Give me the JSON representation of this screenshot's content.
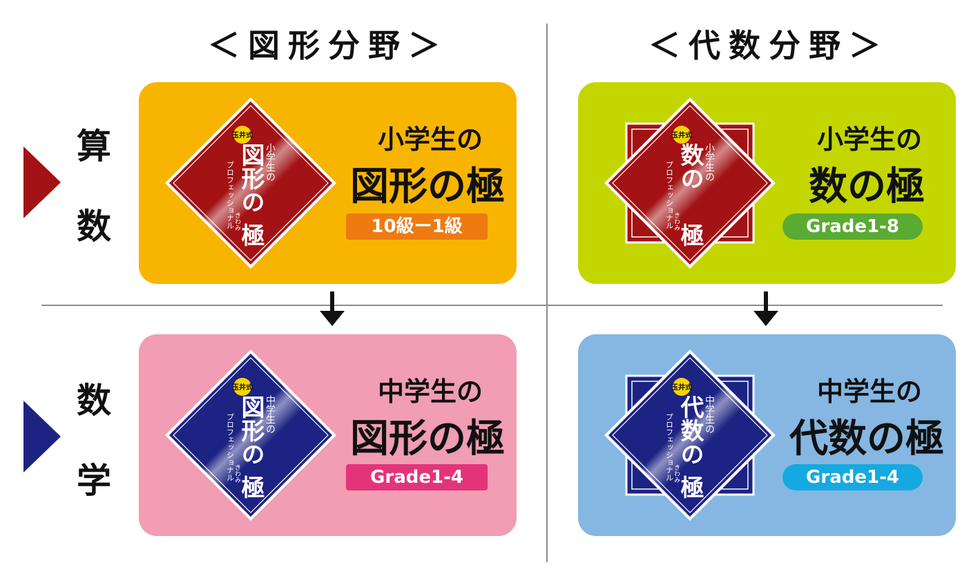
{
  "columns": {
    "geometry": "＜図形分野＞",
    "algebra": "＜代数分野＞"
  },
  "rows": {
    "arithmetic": [
      "算",
      "数"
    ],
    "math": [
      "数",
      "学"
    ]
  },
  "cards": {
    "elem_geometry": {
      "line1": "小学生の",
      "line2": "図形の極",
      "grade": "10級ー1級",
      "bg": "#f8b500",
      "grade_bg": "#ee7a12",
      "book": {
        "top": "小学生の",
        "main1": "図形の",
        "main2": "極",
        "side": "プロフェッショナル",
        "ruby": "きわみ",
        "seal": "玉井式"
      }
    },
    "elem_algebra": {
      "line1": "小学生の",
      "line2": "数の極",
      "grade": "Grade1-8",
      "bg": "#c3d600",
      "grade_bg": "#5aab32",
      "book": {
        "top": "小学生の",
        "main1": "数の",
        "main2": "極",
        "side": "プロフェッショナル",
        "ruby": "きわみ",
        "seal": "玉井式"
      }
    },
    "jr_geometry": {
      "line1": "中学生の",
      "line2": "図形の極",
      "grade": "Grade1-4",
      "bg": "#f19db4",
      "grade_bg": "#e3347a",
      "book": {
        "top": "中学生の",
        "main1": "図形の",
        "main2": "極",
        "side": "プロフェッショナル",
        "ruby": "きわみ",
        "seal": "玉井式"
      }
    },
    "jr_algebra": {
      "line1": "中学生の",
      "line2": "代数の極",
      "grade": "Grade1-4",
      "bg": "#85b7e2",
      "grade_bg": "#15a9e1",
      "book": {
        "top": "中学生の",
        "main1": "代数の",
        "main2": "極",
        "side": "プロフェッショナル",
        "ruby": "きわみ",
        "seal": "玉井式"
      }
    }
  },
  "colors": {
    "red_book": "#a31214",
    "blue_book": "#1d2383",
    "divider": "#8c8c8c"
  }
}
